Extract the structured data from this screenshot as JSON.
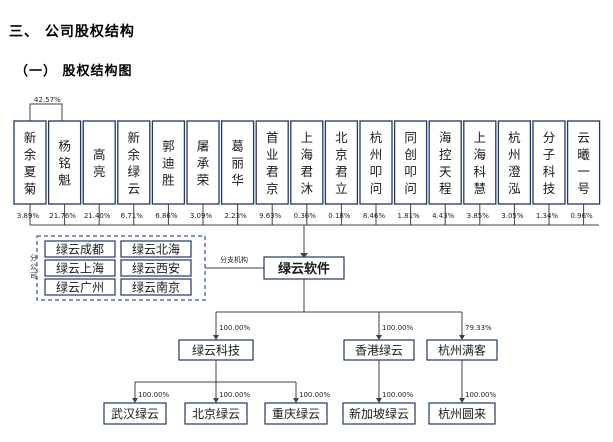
{
  "heading": "三、 公司股权结构",
  "subheading": "（一） 股权结构图",
  "top_link_pct": "42.57%",
  "shareholders": [
    {
      "name": "新余夏菊",
      "pct": "3.89%"
    },
    {
      "name": "杨铭魁",
      "pct": "21.76%"
    },
    {
      "name": "高亮",
      "pct": "21.40%"
    },
    {
      "name": "新余绿云",
      "pct": "6.71%"
    },
    {
      "name": "郭迪胜",
      "pct": "6.86%"
    },
    {
      "name": "屠承荣",
      "pct": "3.09%"
    },
    {
      "name": "葛丽华",
      "pct": "2.23%"
    },
    {
      "name": "首业君京",
      "pct": "9.63%"
    },
    {
      "name": "上海君沐",
      "pct": "0.36%"
    },
    {
      "name": "北京君立",
      "pct": "0.18%"
    },
    {
      "name": "杭州叩问",
      "pct": "8.46%"
    },
    {
      "name": "同创叩问",
      "pct": "1.81%"
    },
    {
      "name": "海控天程",
      "pct": "4.43%"
    },
    {
      "name": "上海科慧",
      "pct": "3.85%"
    },
    {
      "name": "杭州澄泓",
      "pct": "3.05%"
    },
    {
      "name": "分子科技",
      "pct": "1.34%"
    },
    {
      "name": "云曦一号",
      "pct": "0.96%"
    }
  ],
  "branch_group_label": "分公司",
  "branches": [
    "绿云成都",
    "绿云北海",
    "绿云上海",
    "绿云西安",
    "绿云广州",
    "绿云南京"
  ],
  "branch_link_label": "分支机构",
  "company": "绿云软件",
  "subsidiaries": [
    {
      "name": "绿云科技",
      "pct": "100.00%"
    },
    {
      "name": "香港绿云",
      "pct": "100.00%"
    },
    {
      "name": "杭州满客",
      "pct": "79.33%"
    }
  ],
  "keji_children": [
    {
      "name": "武汉绿云",
      "pct": "100.00%"
    },
    {
      "name": "北京绿云",
      "pct": "100.00%"
    },
    {
      "name": "重庆绿云",
      "pct": "100.00%"
    }
  ],
  "hk_children": [
    {
      "name": "新加坡绿云",
      "pct": "100.00%"
    }
  ],
  "manke_children": [
    {
      "name": "杭州圆来",
      "pct": "100.00%"
    }
  ]
}
